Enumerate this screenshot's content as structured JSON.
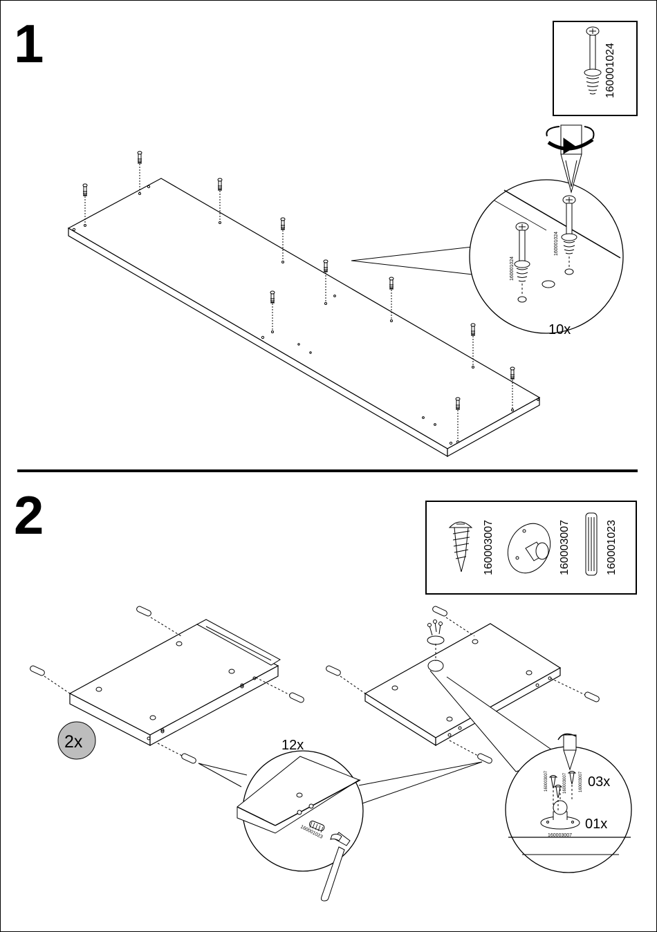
{
  "step1": {
    "number": "1",
    "part_code": "160001024",
    "callout_code_a": "160001024",
    "callout_code_b": "160001024",
    "quantity": "10x",
    "icons": [
      "cam-bolt-icon",
      "screwdriver-rotate-icon"
    ]
  },
  "step2": {
    "number": "2",
    "parts": [
      {
        "code": "160003007",
        "icon": "wood-screw-icon"
      },
      {
        "code": "160003007",
        "icon": "round-knob-plate-icon"
      },
      {
        "code": "160001023",
        "icon": "wood-dowel-icon"
      }
    ],
    "multiplier": "2x",
    "dowel_callout_qty": "12x",
    "dowel_callout_code": "160001023",
    "screw_callout_qty": "03x",
    "plate_callout_qty": "01x",
    "screw_callout_codes": [
      "160003007",
      "160003007",
      "160003007"
    ],
    "plate_callout_code": "160003007",
    "icons": [
      "hammer-icon",
      "screwdriver-rotate-icon"
    ]
  }
}
